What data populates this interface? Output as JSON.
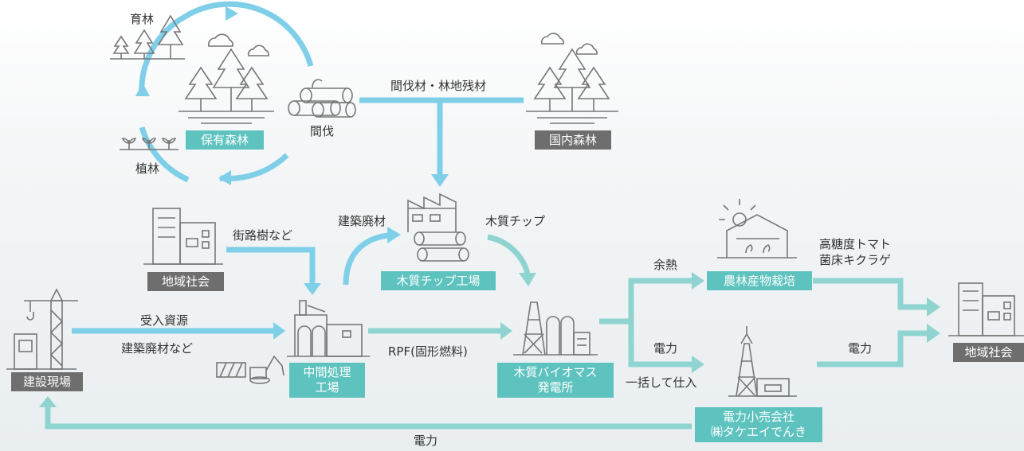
{
  "colors": {
    "flow": "#8fd4d1",
    "flow_blue": "#7fcfe9",
    "teal_box": "#5ec3bf",
    "gray_box": "#6e6e6e",
    "icon_stroke": "#777777"
  },
  "labels": {
    "ikurin": "育林",
    "shokurin": "植林",
    "kanbatsu": "間伐",
    "kanbatsuzai": "間伐材・林地残材",
    "kenchiku_haizai": "建築廃材",
    "mokushitsu_chip": "木質チップ",
    "gairoju": "街路樹など",
    "ukeire_shigen": "受入資源",
    "kenchiku_haizai_nado": "建築廃材など",
    "rpf": "RPF(固形燃料)",
    "yonetsu": "余熱",
    "denryoku_mid": "電力",
    "ikkatsu": "一括して仕入",
    "tomato_line1": "高糖度トマト",
    "tomato_line2": "菌床キクラゲ",
    "denryoku_right": "電力",
    "denryoku_bottom": "電力"
  },
  "boxes": {
    "hoyu_shinrin": "保有森林",
    "kokunai_shinrin": "国内森林",
    "chiiki_shakai_left": "地域社会",
    "chip_kojo": "木質チップ工場",
    "kensetsu_genba": "建設現場",
    "chukan_line1": "中間処理",
    "chukan_line2": "工場",
    "biomass_line1": "木質バイオマス",
    "biomass_line2": "発電所",
    "norin": "農林産物栽培",
    "denryoku_kouri_line1": "電力小売会社",
    "denryoku_kouri_line2": "㈱タケエイでんき",
    "chiiki_shakai_right": "地域社会"
  }
}
